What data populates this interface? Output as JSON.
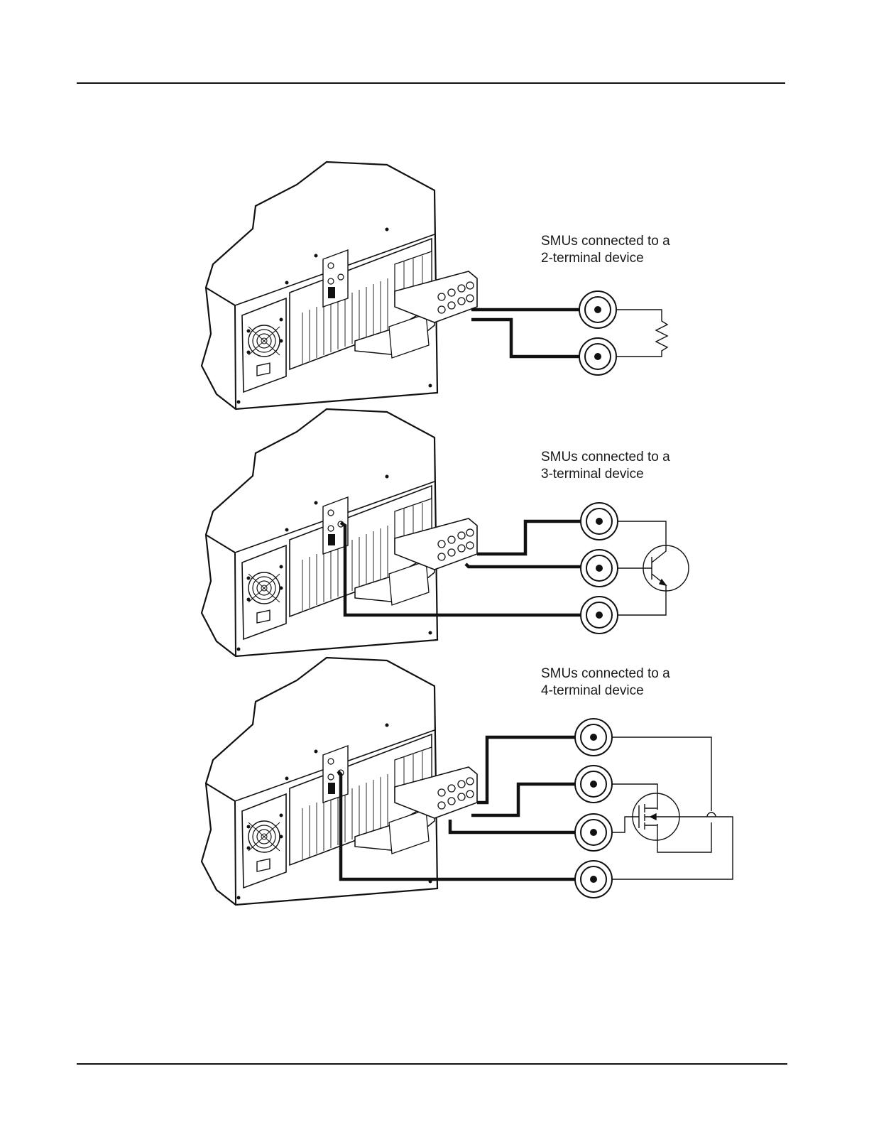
{
  "panels": [
    {
      "id": "two-terminal",
      "caption_line1": "SMUs connected to a",
      "caption_line2": "2-terminal device",
      "device_icon": "resistor-icon"
    },
    {
      "id": "three-terminal",
      "caption_line1": "SMUs connected to a",
      "caption_line2": "3-terminal device",
      "device_icon": "bjt-transistor-icon"
    },
    {
      "id": "four-terminal",
      "caption_line1": "SMUs connected to a",
      "caption_line2": "4-terminal device",
      "device_icon": "mosfet-icon"
    }
  ],
  "colors": {
    "ink": "#111111",
    "panel_fill": "#ffffff",
    "rule": "#111111"
  }
}
